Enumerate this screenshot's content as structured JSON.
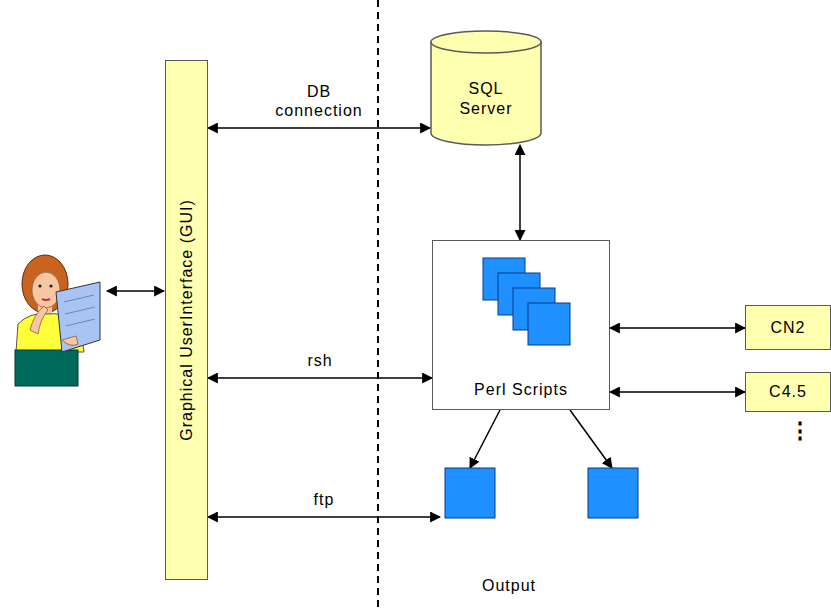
{
  "diagram": {
    "nodes": [
      {
        "text": [
          "Graphical UserInterface (GUI)"
        ]
      },
      {
        "text": [
          "SQL Server"
        ]
      },
      {
        "text": [
          "Perl Scripts"
        ]
      },
      {
        "text": [
          "CN2"
        ]
      },
      {
        "text": [
          "C4.5"
        ]
      },
      {
        "text": [
          "Output"
        ]
      }
    ],
    "edges": [
      {
        "from": 0,
        "to": 1,
        "label": "DB connection",
        "arrow": "both"
      },
      {
        "from": 1,
        "to": 2,
        "arrow": "both"
      },
      {
        "from": 0,
        "to": 2,
        "label": "rsh",
        "arrow": "both"
      },
      {
        "from": 2,
        "to": 3,
        "arrow": "both"
      },
      {
        "from": 2,
        "to": 4,
        "arrow": "both"
      },
      {
        "from": 2,
        "to": 5,
        "arrow": "to"
      },
      {
        "from": 2,
        "to": 5,
        "arrow": "to"
      },
      {
        "from": 0,
        "to": 5,
        "label": "ftp",
        "arrow": "both"
      }
    ],
    "labels": [
      "⋮"
    ]
  }
}
